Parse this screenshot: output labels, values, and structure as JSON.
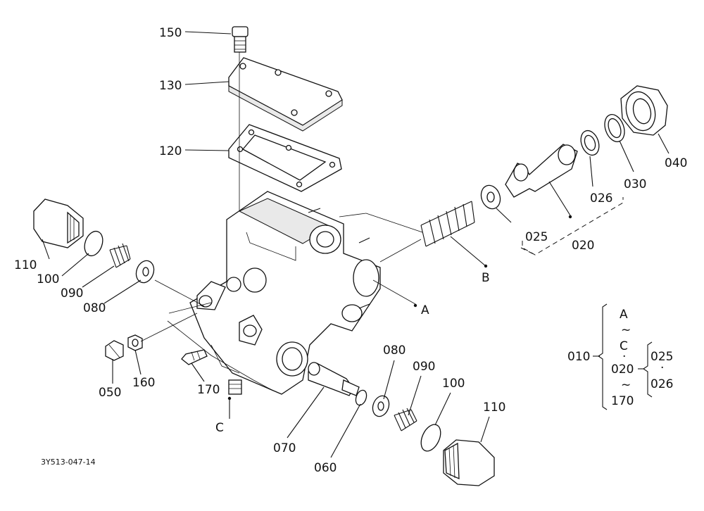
{
  "drawing_code": "3Y513-047-14",
  "labels": {
    "p150": "150",
    "p130": "130",
    "p120": "120",
    "p110_left": "110",
    "p100_left": "100",
    "p090_left": "090",
    "p080_left": "080",
    "p050": "050",
    "p160": "160",
    "p170": "170",
    "ref_c": "C",
    "ref_a": "A",
    "ref_b": "B",
    "p025": "025",
    "p026": "026",
    "p030": "030",
    "p040": "040",
    "p020": "020",
    "p070": "070",
    "p060": "060",
    "p080_right": "080",
    "p090_right": "090",
    "p100_right": "100",
    "p110_right": "110"
  },
  "legend": {
    "assembly": "010",
    "a": "A",
    "tilde1": "~",
    "c": "C",
    "dot1": "·",
    "n020": "020",
    "tilde2": "~",
    "n170": "170",
    "n025": "025",
    "dot2": "·",
    "n026": "026"
  }
}
